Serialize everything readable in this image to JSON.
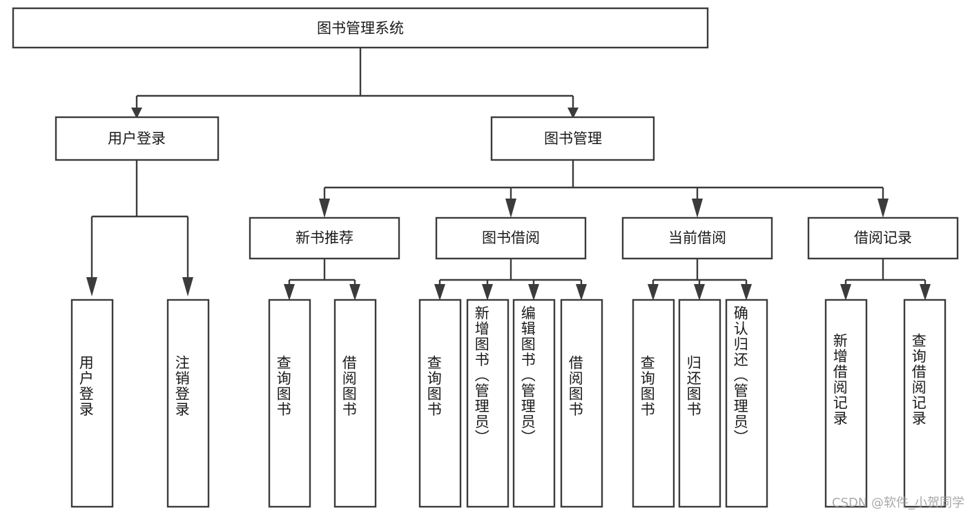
{
  "diagram": {
    "title": "图书管理系统",
    "type": "tree-hierarchy-chart",
    "root": {
      "label": "图书管理系统"
    },
    "level2": [
      {
        "label": "用户登录"
      },
      {
        "label": "图书管理"
      }
    ],
    "level3": [
      {
        "label": "新书推荐"
      },
      {
        "label": "图书借阅"
      },
      {
        "label": "当前借阅"
      },
      {
        "label": "借阅记录"
      }
    ],
    "leaves": {
      "user_login": [
        {
          "label": "用户登录"
        },
        {
          "label": "注销登录"
        }
      ],
      "new_book_recommend": [
        {
          "label": "查询图书"
        },
        {
          "label": "借阅图书"
        }
      ],
      "book_borrow": [
        {
          "label": "查询图书"
        },
        {
          "label": "新增图书（管理员）"
        },
        {
          "label": "编辑图书（管理员）"
        },
        {
          "label": "借阅图书"
        }
      ],
      "current_borrow": [
        {
          "label": "查询图书"
        },
        {
          "label": "归还图书"
        },
        {
          "label": "确认归还（管理员）"
        }
      ],
      "borrow_record": [
        {
          "label": "新增借阅记录"
        },
        {
          "label": "查询借阅记录"
        }
      ]
    }
  },
  "watermark": {
    "text": "CSDN @软件_小贺同学"
  },
  "colors": {
    "stroke": "#3b3b3b",
    "fill": "#ffffff",
    "text": "#1a1a1a",
    "watermark": "#9a9a9a"
  }
}
